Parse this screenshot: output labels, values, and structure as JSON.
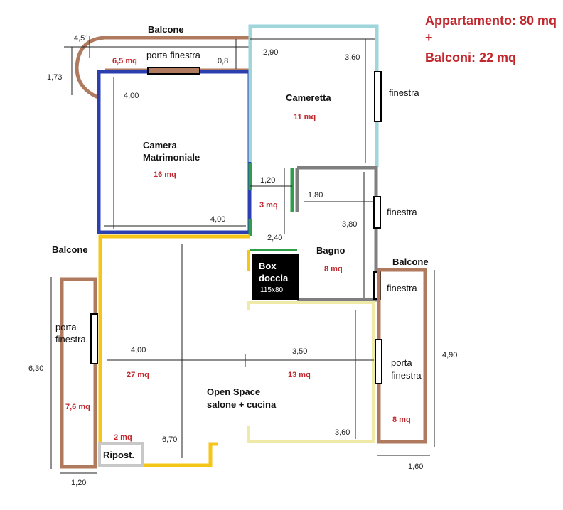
{
  "summary": {
    "apartment": "Appartamento: 80 mq",
    "plus": "+",
    "balconies": "Balconi: 22 mq"
  },
  "rooms": {
    "camera": {
      "line1": "Camera",
      "line2": "Matrimoniale",
      "area": "16 mq"
    },
    "cameretta": {
      "name": "Cameretta",
      "area": "11 mq"
    },
    "corridor": {
      "area": "3 mq"
    },
    "bagno": {
      "name": "Bagno",
      "area": "8 mq"
    },
    "box_doccia": {
      "line1": "Box",
      "line2": "doccia",
      "size": "115x80"
    },
    "open_space": {
      "line1": "Open Space",
      "line2": "salone + cucina",
      "area_left": "27 mq",
      "area_right": "13 mq"
    },
    "ripostiglio": {
      "name": "Ripost.",
      "area": "2 mq"
    }
  },
  "balconies": {
    "top": {
      "label": "Balcone",
      "area": "6,5 mq"
    },
    "left": {
      "label": "Balcone",
      "area": "7,6 mq"
    },
    "right": {
      "label": "Balcone",
      "area": "8 mq"
    }
  },
  "openings": {
    "porta_finestra_top": "porta finestra",
    "porta_left_1": "porta",
    "porta_left_2": "finestra",
    "porta_right_1": "porta",
    "porta_right_2": "finestra",
    "finestra_cameretta": "finestra",
    "finestra_bagno": "finestra",
    "finestra_balcone": "finestra"
  },
  "dimensions": {
    "d451": "4,51",
    "d173": "1,73",
    "d08": "0,8",
    "d290": "2,90",
    "d360_top": "3,60",
    "d400_camera_v": "4,00",
    "d400_camera_h": "4,00",
    "d120_corr": "1,20",
    "d240": "2,40",
    "d180": "1,80",
    "d380": "3,80",
    "d400_open": "4,00",
    "d350": "3,50",
    "d670": "6,70",
    "d360_bottom": "3,60",
    "d630": "6,30",
    "d120_bal": "1,20",
    "d490": "4,90",
    "d160": "1,60"
  },
  "colors": {
    "camera_wall": "#2b3fb0",
    "cameretta_wall": "#9fd6dc",
    "bagno_wall": "#7f7f7f",
    "open_space_wall": "#f5c518",
    "open_space_light": "#f0eaa8",
    "balcony_wall": "#b07a5f",
    "door_green": "#2e9e4a",
    "area_red": "#c0282e"
  }
}
